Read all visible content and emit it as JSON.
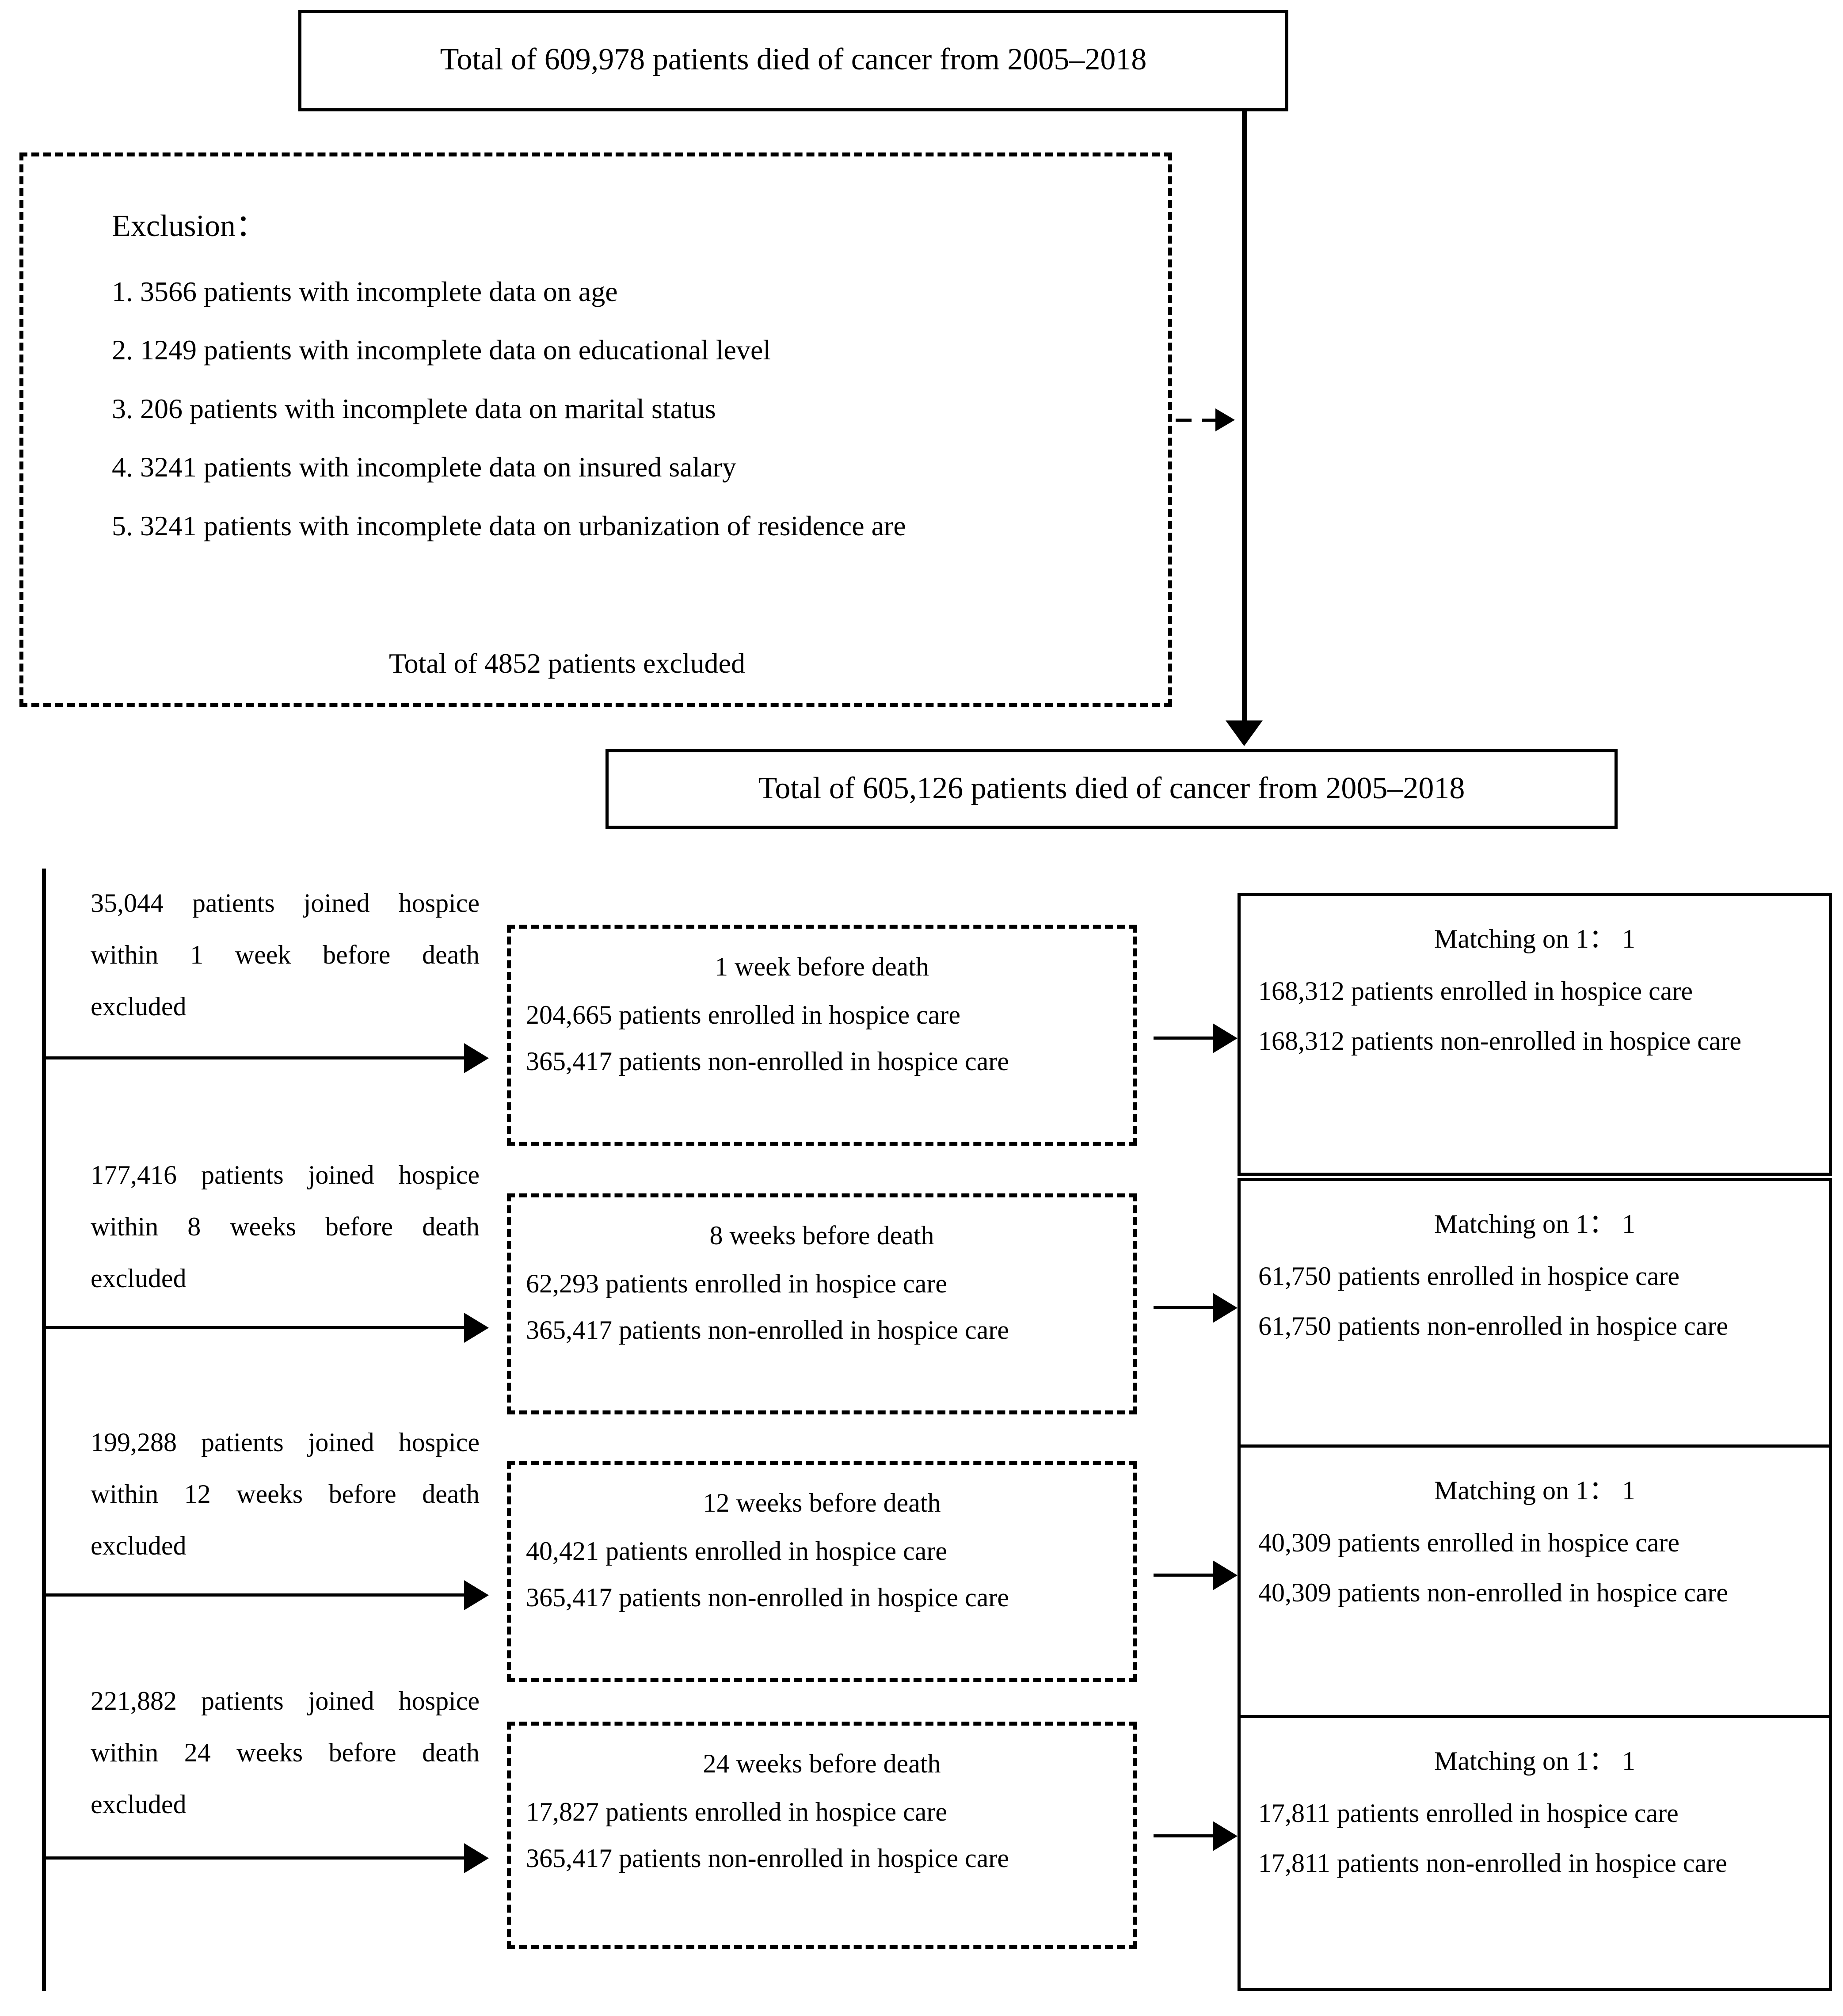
{
  "flow": {
    "top_box": {
      "text": "Total of 609,978 patients died of cancer from 2005–2018"
    },
    "exclusion_box": {
      "title": "Exclusion：",
      "items": [
        "1. 3566 patients with incomplete data on age",
        "2. 1249 patients with incomplete data on educational level",
        "3. 206 patients with incomplete data on marital status",
        "4. 3241 patients with incomplete data on insured salary",
        "5. 3241 patients with incomplete data on urbanization of residence are"
      ],
      "total": "Total of 4852 patients excluded"
    },
    "second_box": {
      "text": "Total of 605,126 patients died of cancer from 2005–2018"
    },
    "rows": [
      {
        "side_label": "35,044 patients joined hospice within 1 week before death excluded",
        "middle": {
          "heading": "1 week before death",
          "enrolled": "204,665 patients enrolled in hospice care",
          "non_enrolled": "365,417 patients non-enrolled in hospice care"
        },
        "right": {
          "heading": "Matching on 1： 1",
          "enrolled": "168,312 patients enrolled in hospice care",
          "non_enrolled": "168,312 patients non-enrolled in hospice care"
        }
      },
      {
        "side_label": "177,416 patients joined hospice within 8 weeks before death excluded",
        "middle": {
          "heading": "8 weeks before death",
          "enrolled": "62,293 patients enrolled in hospice care",
          "non_enrolled": "365,417 patients non-enrolled in hospice care"
        },
        "right": {
          "heading": "Matching on 1： 1",
          "enrolled": "61,750 patients enrolled in hospice care",
          "non_enrolled": "61,750 patients non-enrolled in hospice care"
        }
      },
      {
        "side_label": "199,288 patients joined hospice within 12 weeks before death excluded",
        "middle": {
          "heading": "12 weeks before death",
          "enrolled": "40,421 patients enrolled in hospice care",
          "non_enrolled": "365,417 patients non-enrolled in hospice care"
        },
        "right": {
          "heading": "Matching on 1： 1",
          "enrolled": "40,309 patients enrolled in hospice care",
          "non_enrolled": "40,309 patients non-enrolled in hospice care"
        }
      },
      {
        "side_label": "221,882 patients joined hospice within 24 weeks before death excluded",
        "middle": {
          "heading": "24 weeks before death",
          "enrolled": "17,827 patients enrolled in hospice care",
          "non_enrolled": "365,417 patients non-enrolled in hospice care"
        },
        "right": {
          "heading": "Matching on 1： 1",
          "enrolled": "17,811 patients enrolled in hospice care",
          "non_enrolled": "17,811 patients non-enrolled in hospice care"
        }
      }
    ]
  },
  "colors": {
    "stroke": "#000000",
    "background": "#ffffff"
  }
}
